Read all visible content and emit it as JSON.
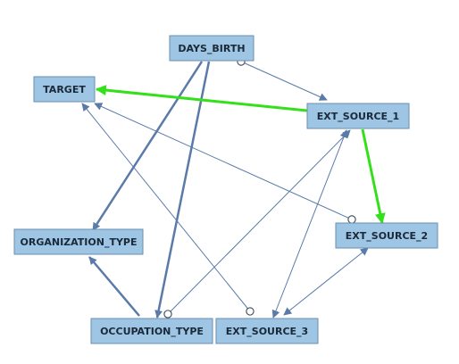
{
  "diagram": {
    "nodes": [
      {
        "id": "DAYS_BIRTH",
        "label": "DAYS_BIRTH"
      },
      {
        "id": "TARGET",
        "label": "TARGET"
      },
      {
        "id": "EXT_SOURCE_1",
        "label": "EXT_SOURCE_1"
      },
      {
        "id": "ORGANIZATION_TYPE",
        "label": "ORGANIZATION_TYPE"
      },
      {
        "id": "EXT_SOURCE_2",
        "label": "EXT_SOURCE_2"
      },
      {
        "id": "OCCUPATION_TYPE",
        "label": "OCCUPATION_TYPE"
      },
      {
        "id": "EXT_SOURCE_3",
        "label": "EXT_SOURCE_3"
      }
    ],
    "edges": [
      {
        "from": "DAYS_BIRTH",
        "to": "EXT_SOURCE_1",
        "tail": "circle",
        "head": "arrow",
        "weight": "thin",
        "color": "#5a7aa8"
      },
      {
        "from": "DAYS_BIRTH",
        "to": "ORGANIZATION_TYPE",
        "tail": "none",
        "head": "arrow",
        "weight": "thick",
        "color": "#5a7aa8"
      },
      {
        "from": "DAYS_BIRTH",
        "to": "OCCUPATION_TYPE",
        "tail": "none",
        "head": "arrow",
        "weight": "thick",
        "color": "#5a7aa8"
      },
      {
        "from": "EXT_SOURCE_1",
        "to": "TARGET",
        "tail": "none",
        "head": "arrow",
        "weight": "thick",
        "color": "#33e01a"
      },
      {
        "from": "EXT_SOURCE_1",
        "to": "EXT_SOURCE_2",
        "tail": "none",
        "head": "arrow",
        "weight": "thick",
        "color": "#33e01a"
      },
      {
        "from": "EXT_SOURCE_2",
        "to": "TARGET",
        "tail": "circle",
        "head": "arrow",
        "weight": "thin",
        "color": "#5a7aa8"
      },
      {
        "from": "EXT_SOURCE_3",
        "to": "TARGET",
        "tail": "circle",
        "head": "arrow",
        "weight": "thin",
        "color": "#5a7aa8"
      },
      {
        "from": "OCCUPATION_TYPE",
        "to": "EXT_SOURCE_1",
        "tail": "circle",
        "head": "arrow",
        "weight": "thin",
        "color": "#5a7aa8"
      },
      {
        "from": "OCCUPATION_TYPE",
        "to": "ORGANIZATION_TYPE",
        "tail": "none",
        "head": "arrow",
        "weight": "thick",
        "color": "#5a7aa8"
      },
      {
        "from": "EXT_SOURCE_1",
        "to": "EXT_SOURCE_3",
        "tail": "arrow",
        "head": "arrow",
        "weight": "thin",
        "color": "#5a7aa8"
      },
      {
        "from": "EXT_SOURCE_2",
        "to": "EXT_SOURCE_3",
        "tail": "arrow",
        "head": "arrow",
        "weight": "thin",
        "color": "#5a7aa8"
      }
    ],
    "colors": {
      "node_fill": "#9ec5e3",
      "node_border": "#6a8fb0",
      "edge_default": "#5a7aa8",
      "edge_highlight": "#33e01a"
    }
  }
}
